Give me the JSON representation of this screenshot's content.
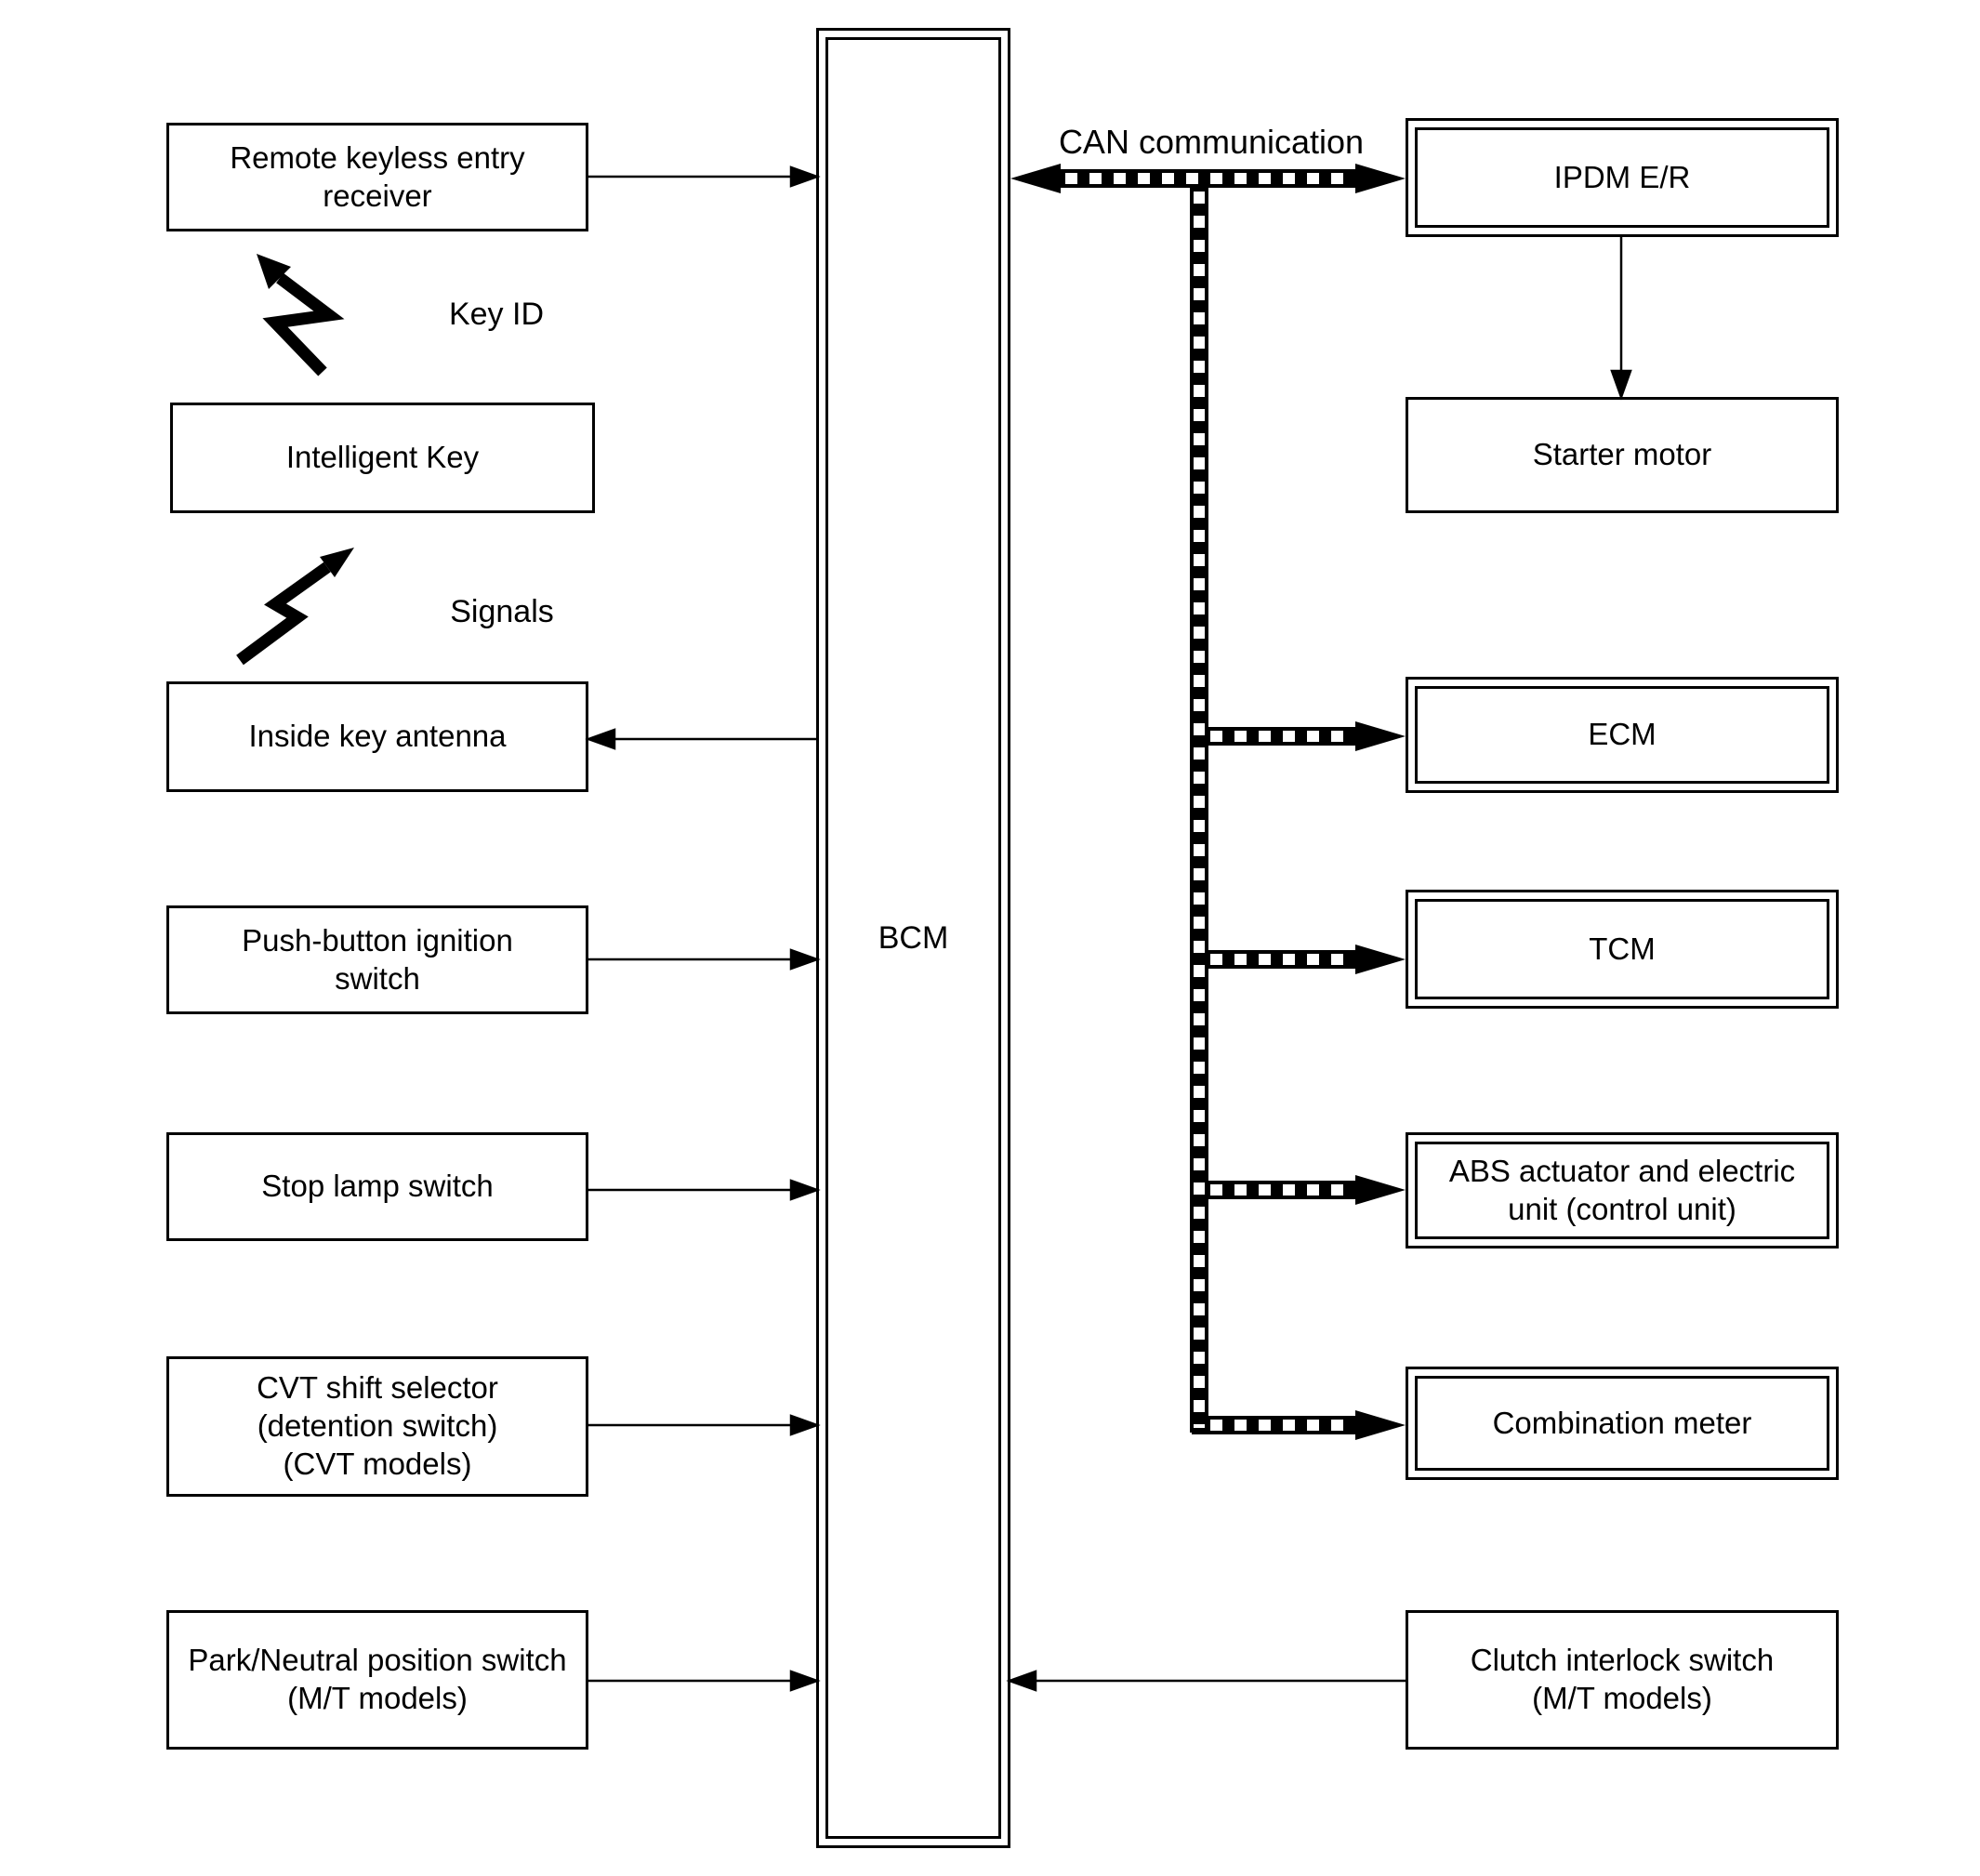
{
  "nodes": {
    "center": {
      "label": "BCM"
    },
    "left": [
      {
        "label": "Remote keyless entry\nreceiver"
      },
      {
        "label": "Intelligent Key"
      },
      {
        "label": "Inside key antenna"
      },
      {
        "label": "Push-button ignition\nswitch"
      },
      {
        "label": "Stop lamp switch"
      },
      {
        "label": "CVT shift selector\n(detention switch)\n(CVT models)"
      },
      {
        "label": "Park/Neutral position switch\n(M/T models)"
      }
    ],
    "right": [
      {
        "label": "IPDM E/R"
      },
      {
        "label": "Starter motor"
      },
      {
        "label": "ECM"
      },
      {
        "label": "TCM"
      },
      {
        "label": "ABS actuator and electric\nunit (control unit)"
      },
      {
        "label": "Combination meter"
      },
      {
        "label": "Clutch interlock switch\n(M/T models)"
      }
    ]
  },
  "labels": {
    "can_communication": "CAN communication",
    "key_id": "Key ID",
    "signals": "Signals"
  },
  "colors": {
    "ink": "#000000",
    "paper": "#ffffff"
  }
}
